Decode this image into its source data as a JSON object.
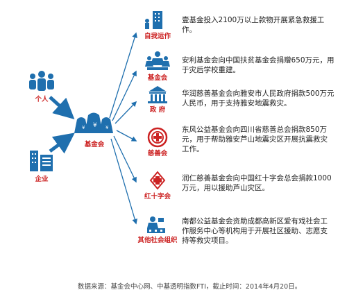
{
  "sources": {
    "individual": "个人",
    "enterprise": "企业"
  },
  "hub": {
    "label": "基金会"
  },
  "targets": [
    {
      "label": "自我运作",
      "text": "壹基金投入2100万以上款物开展紧急救援工作。",
      "icon": "building-self-operation-icon"
    },
    {
      "label": "基金会",
      "text": "安利基金会向中国扶贫基金会捐赠650万元，用于灾后学校重建。",
      "icon": "foundation-people-icon"
    },
    {
      "label": "政 府",
      "text": "华润慈善基金会向雅安市人民政府捐款500万元人民币，用于支持雅安地震救灾。",
      "icon": "government-building-icon"
    },
    {
      "label": "慈善会",
      "text": "东风公益基金会向四川省慈善总会捐款850万元，用于帮助雅安芦山地震灾区开展抗震救灾工作。",
      "icon": "charity-emblem-icon"
    },
    {
      "label": "红十字会",
      "text": "润仁慈善基金会向中国红十字会总会捐款1000万元，用以援助芦山灾区。",
      "icon": "red-cross-icon"
    },
    {
      "label": "其他社会组织",
      "text": "南都公益基金会资助成都高新区爱有戏社会工作服务中心等机构用于开展社区援助、志愿支持等救灾项目。",
      "icon": "social-organization-icon"
    }
  ],
  "footer": "数据来源：基金会中心网、中基透明指数FTI，截止时间：2014年4月20日。",
  "colors": {
    "blue": "#1f6fae",
    "red": "#cc2222",
    "arrow": "#1f6fae"
  }
}
